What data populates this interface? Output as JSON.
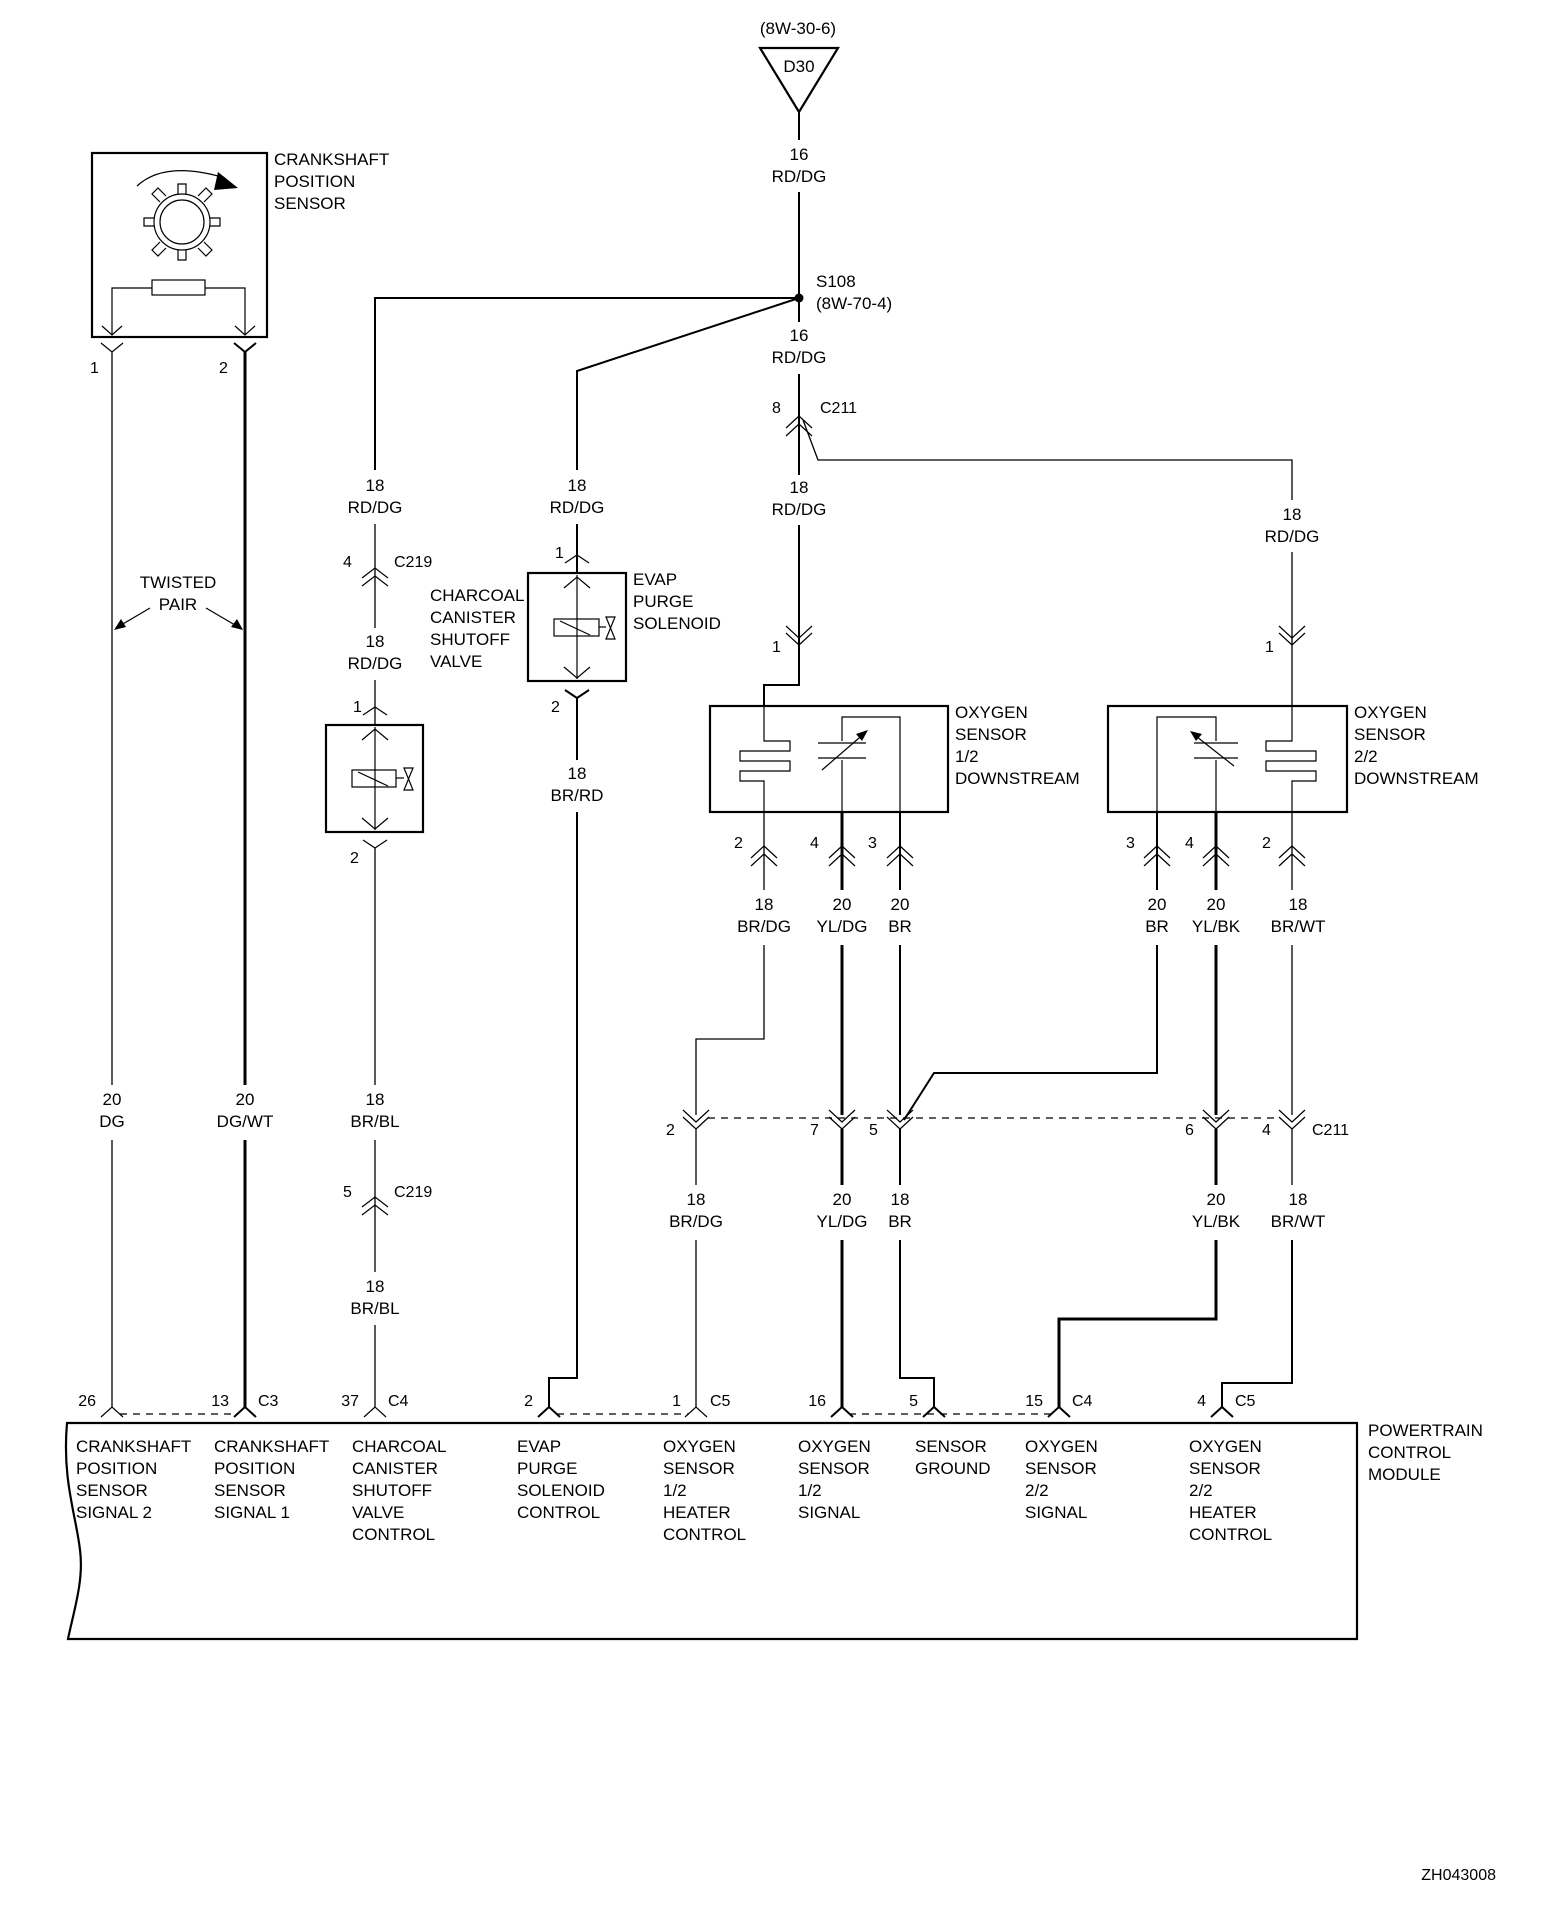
{
  "diagram_id": "ZH043008",
  "feed": {
    "ref": "(8W-30-6)",
    "connector": "D30",
    "gauge": "16",
    "color": "RD/DG"
  },
  "splice": {
    "name": "S108",
    "ref": "(8W-70-4)",
    "gauge_below": "16",
    "color_below": "RD/DG"
  },
  "c211_upper": {
    "pin": "8",
    "name": "C211",
    "gauge_below": "18",
    "color_below": "RD/DG",
    "branch_gauge": "18",
    "branch_color": "RD/DG"
  },
  "crank_sensor": {
    "label": [
      "CRANKSHAFT",
      "POSITION",
      "SENSOR"
    ],
    "pin1": "1",
    "pin2": "2",
    "twisted_pair": [
      "TWISTED",
      "PAIR"
    ],
    "wire1": {
      "gauge": "20",
      "color": "DG"
    },
    "wire2": {
      "gauge": "20",
      "color": "DG/WT"
    }
  },
  "canister_valve": {
    "label": [
      "CHARCOAL",
      "CANISTER",
      "SHUTOFF",
      "VALVE"
    ],
    "feed_gauge": "18",
    "feed_color": "RD/DG",
    "c219_top": {
      "pin": "4",
      "name": "C219"
    },
    "mid_gauge": "18",
    "mid_color": "RD/DG",
    "pin1": "1",
    "pin2": "2",
    "out_gauge": "18",
    "out_color": "BR/BL",
    "c219_bottom": {
      "pin": "5",
      "name": "C219"
    },
    "low_gauge": "18",
    "low_color": "BR/BL"
  },
  "evap_solenoid": {
    "label": [
      "EVAP",
      "PURGE",
      "SOLENOID"
    ],
    "feed_gauge": "18",
    "feed_color": "RD/DG",
    "pin1": "1",
    "pin2": "2",
    "out_gauge": "18",
    "out_color": "BR/RD"
  },
  "o2_12": {
    "label": [
      "OXYGEN",
      "SENSOR",
      "1/2",
      "DOWNSTREAM"
    ],
    "feed_pin": "1",
    "pins": [
      {
        "pin": "2",
        "gauge": "18",
        "color": "BR/DG"
      },
      {
        "pin": "4",
        "gauge": "20",
        "color": "YL/DG"
      },
      {
        "pin": "3",
        "gauge": "20",
        "color": "BR"
      }
    ]
  },
  "o2_22": {
    "label": [
      "OXYGEN",
      "SENSOR",
      "2/2",
      "DOWNSTREAM"
    ],
    "feed_gauge": "18",
    "feed_color": "RD/DG",
    "feed_pin": "1",
    "pins": [
      {
        "pin": "3",
        "gauge": "20",
        "color": "BR"
      },
      {
        "pin": "4",
        "gauge": "20",
        "color": "YL/BK"
      },
      {
        "pin": "2",
        "gauge": "18",
        "color": "BR/WT"
      }
    ]
  },
  "c211_lower": {
    "name": "C211",
    "pins": [
      {
        "pin": "2",
        "gauge": "18",
        "color": "BR/DG"
      },
      {
        "pin": "7",
        "gauge": "20",
        "color": "YL/DG"
      },
      {
        "pin": "5",
        "gauge": "18",
        "color": "BR"
      },
      {
        "pin": "6",
        "gauge": "20",
        "color": "YL/BK"
      },
      {
        "pin": "4",
        "gauge": "18",
        "color": "BR/WT"
      }
    ]
  },
  "pcm": {
    "label": [
      "POWERTRAIN",
      "CONTROL",
      "MODULE"
    ],
    "pins": [
      {
        "pin": "26",
        "connector": "",
        "function": [
          "CRANKSHAFT",
          "POSITION",
          "SENSOR",
          "SIGNAL 2"
        ]
      },
      {
        "pin": "13",
        "connector": "C3",
        "function": [
          "CRANKSHAFT",
          "POSITION",
          "SENSOR",
          "SIGNAL 1"
        ]
      },
      {
        "pin": "37",
        "connector": "C4",
        "function": [
          "CHARCOAL",
          "CANISTER",
          "SHUTOFF",
          "VALVE",
          "CONTROL"
        ]
      },
      {
        "pin": "2",
        "connector": "",
        "function": [
          "EVAP",
          "PURGE",
          "SOLENOID",
          "CONTROL"
        ]
      },
      {
        "pin": "1",
        "connector": "C5",
        "function": [
          "OXYGEN",
          "SENSOR",
          "1/2",
          "HEATER",
          "CONTROL"
        ]
      },
      {
        "pin": "16",
        "connector": "",
        "function": [
          "OXYGEN",
          "SENSOR",
          "1/2",
          "SIGNAL"
        ]
      },
      {
        "pin": "5",
        "connector": "",
        "function": [
          "SENSOR",
          "GROUND"
        ]
      },
      {
        "pin": "15",
        "connector": "C4",
        "function": [
          "OXYGEN",
          "SENSOR",
          "2/2",
          "SIGNAL"
        ]
      },
      {
        "pin": "4",
        "connector": "C5",
        "function": [
          "OXYGEN",
          "SENSOR",
          "2/2",
          "HEATER",
          "CONTROL"
        ]
      }
    ]
  }
}
